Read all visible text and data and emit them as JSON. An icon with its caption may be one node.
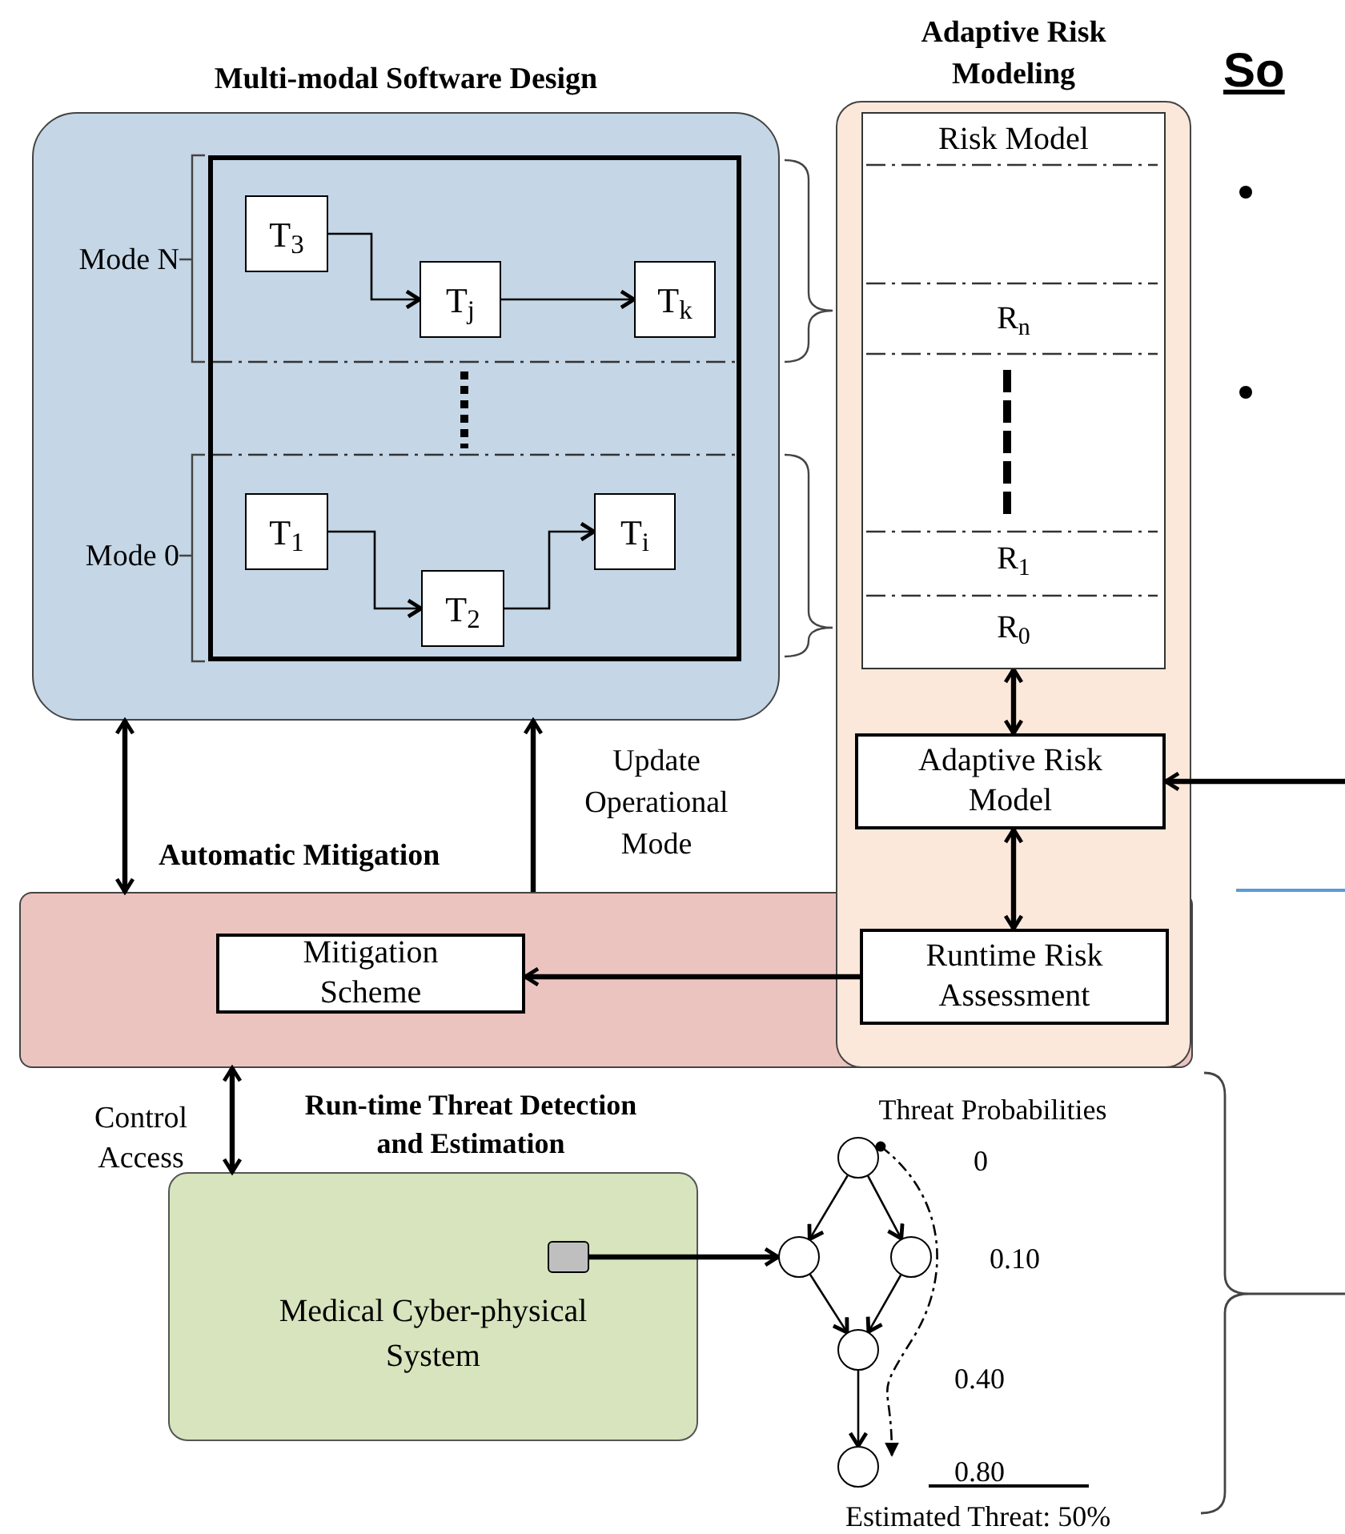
{
  "diagram": {
    "nodes": [
      {
        "text": [
          "Multi-modal Software Design"
        ]
      },
      {
        "text": [],
        "shape": "box",
        "in": 0
      },
      {
        "text": [
          "T$_{3}$"
        ],
        "in": 1
      },
      {
        "text": [
          "T$_{j}$"
        ],
        "in": 1
      },
      {
        "text": [
          "T$_{k}$"
        ],
        "in": 1
      },
      {
        "text": [
          "T$_{1}$"
        ],
        "in": 1
      },
      {
        "text": [
          "T$_{2}$"
        ],
        "in": 1
      },
      {
        "text": [
          "T$_{i}$"
        ],
        "in": 1
      },
      {
        "text": [
          "Adaptive Risk Modeling"
        ]
      },
      {
        "text": [
          "Risk Model",
          "R$_{n}$",
          "R$_{1}$",
          "R$_{0}$"
        ],
        "in": 8
      },
      {
        "text": [
          "Adaptive Risk Model"
        ],
        "in": 8
      },
      {
        "text": [
          "Runtime Risk Assessment"
        ]
      },
      {
        "text": [
          "Automatic Mitigation"
        ]
      },
      {
        "text": [
          "Mitigation Scheme"
        ],
        "in": 12
      },
      {
        "text": [
          "Medical Cyber-physical System"
        ]
      },
      {
        "text": [],
        "shape": "box",
        "in": 14
      },
      {
        "text": [],
        "shape": "circle"
      },
      {
        "text": [],
        "shape": "circle"
      },
      {
        "text": [],
        "shape": "circle"
      },
      {
        "text": [],
        "shape": "circle"
      },
      {
        "text": [],
        "shape": "circle"
      }
    ],
    "edges": [
      {
        "from": 2,
        "to": 3,
        "arrow": "to"
      },
      {
        "from": 3,
        "to": 4,
        "arrow": "to"
      },
      {
        "from": 5,
        "to": 6,
        "arrow": "to"
      },
      {
        "from": 6,
        "to": 7,
        "arrow": "to"
      },
      {
        "from": 9,
        "to": 10,
        "arrow": "both",
        "style": "thick"
      },
      {
        "from": 10,
        "to": 11,
        "arrow": "both",
        "style": "thick"
      },
      {
        "from": 11,
        "to": 13,
        "arrow": "to",
        "style": "thick"
      },
      {
        "from": 12,
        "to": 0,
        "arrow": "both",
        "style": "thick"
      },
      {
        "from": 12,
        "to": 0,
        "arrow": "to",
        "label": "Update Operational Mode",
        "style": "thick"
      },
      {
        "from": 14,
        "to": 12,
        "arrow": "both",
        "label": "Control Access",
        "style": "thick"
      },
      {
        "from": 15,
        "to": 17,
        "arrow": "to",
        "style": "thick"
      },
      {
        "from": 16,
        "to": 17,
        "arrow": "to"
      },
      {
        "from": 16,
        "to": 18,
        "arrow": "to"
      },
      {
        "from": 17,
        "to": 19,
        "arrow": "to"
      },
      {
        "from": 18,
        "to": 19,
        "arrow": "to"
      },
      {
        "from": 19,
        "to": 20,
        "arrow": "to"
      },
      {
        "from": 16,
        "to": 20,
        "arrow": "to",
        "style": "dashed"
      },
      {
        "from": null,
        "to": 10,
        "arrow": "to",
        "style": "thick"
      }
    ],
    "labels": [
      "Mode N",
      "Mode 0",
      "Run-time Threat Detection and Estimation",
      "Threat Probabilities",
      "0",
      "0.10",
      "0.40",
      "0.80",
      "Estimated Threat: 50%",
      "So"
    ]
  }
}
